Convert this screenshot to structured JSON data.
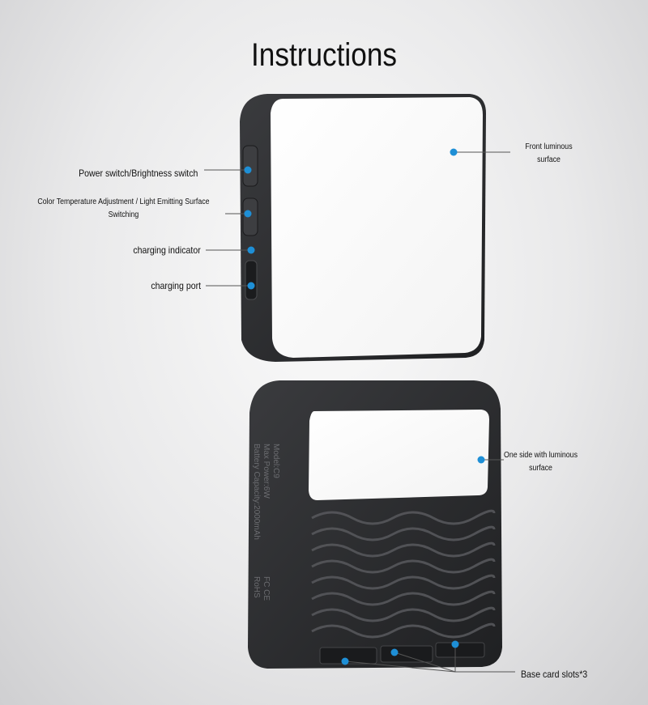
{
  "title": "Instructions",
  "callouts": {
    "front_surface": [
      "Front luminous",
      "surface"
    ],
    "power_switch": "Power switch/Brightness switch",
    "color_temp": [
      "Color Temperature Adjustment / Light Emitting Surface",
      "Switching"
    ],
    "charging_indicator": "charging indicator",
    "charging_port": "charging port",
    "side_surface": [
      "One side with luminous",
      "surface"
    ],
    "base_slots": "Base card slots*3"
  },
  "device_print": {
    "model": "Model:C9",
    "power": "Max Power:6W",
    "battery": "Battery Capacity:2000mAh",
    "fc": "FC CE",
    "rohs": "RoHS"
  },
  "colors": {
    "accent_dot": "#1e8fd6",
    "device_body": "#2b2c2e",
    "panel": "#ffffff"
  }
}
